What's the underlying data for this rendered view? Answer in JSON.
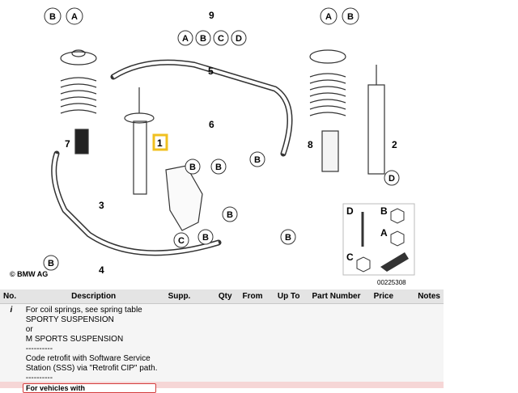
{
  "diagram": {
    "part_numbers": [
      "1",
      "2",
      "3",
      "4",
      "5",
      "6",
      "7",
      "8",
      "9"
    ],
    "highlighted_part": "1",
    "callouts": [
      "A",
      "B",
      "C",
      "D"
    ],
    "copyright": "© BMW AG",
    "image_id": "00225308",
    "legend_letters": [
      "D",
      "B",
      "A",
      "C"
    ],
    "highlight_color": "#f0c020",
    "icons": [
      "coil-spring-icon",
      "shock-absorber-icon",
      "stabilizer-bar-icon",
      "wheel-carrier-icon",
      "arrow-icon"
    ]
  },
  "table": {
    "headers": {
      "no": "No.",
      "description": "Description",
      "supp": "Supp.",
      "qty": "Qty",
      "from": "From",
      "up_to": "Up To",
      "part_number": "Part Number",
      "price": "Price",
      "notes": "Notes"
    },
    "info_row": {
      "no": "i",
      "lines": [
        "For coil springs, see spring table",
        "SPORTY SUSPENSION",
        "or",
        "M SPORTS SUSPENSION",
        "----------",
        "Code retrofit with Software Service",
        "Station (SSS) via \"Retrofit CIP\" path.",
        "----------"
      ]
    },
    "warning_row": {
      "text": "For vehicles with"
    }
  }
}
